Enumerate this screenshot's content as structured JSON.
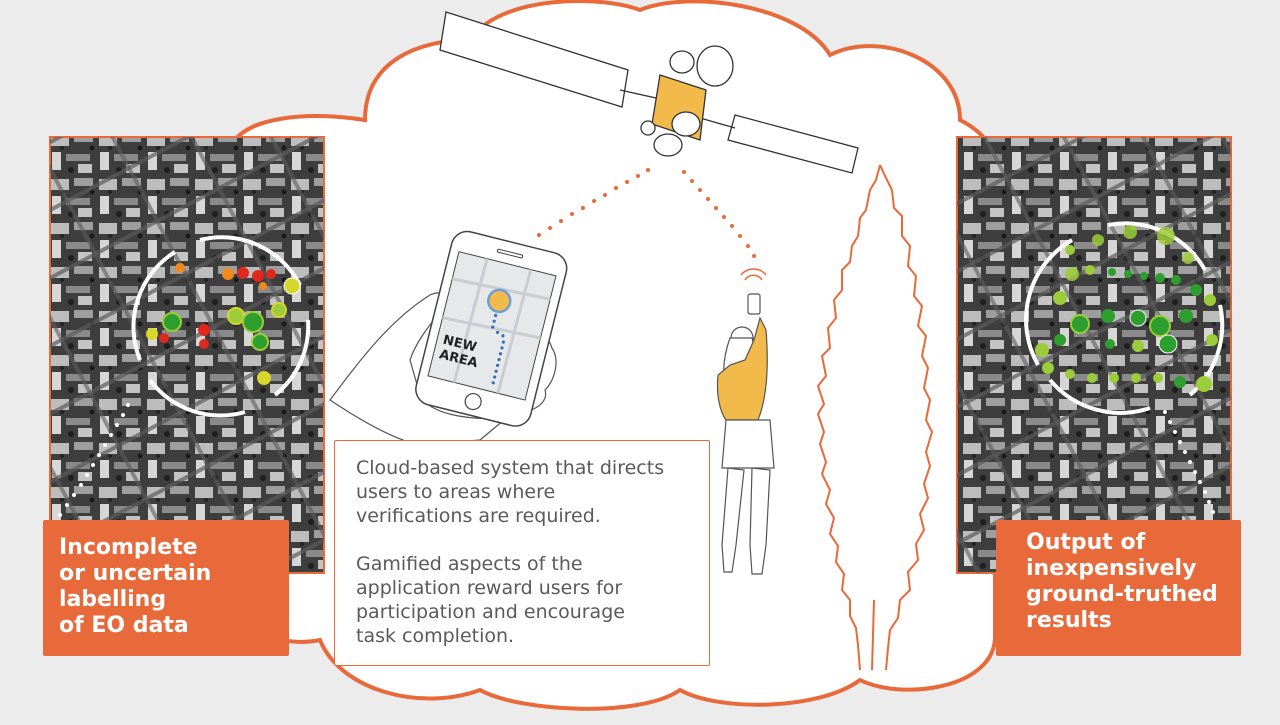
{
  "diagram": {
    "left_callout": {
      "lines": [
        "Incomplete",
        "or uncertain",
        "labelling",
        "of EO data"
      ]
    },
    "right_callout": {
      "lines": [
        "Output of",
        "inexpensively",
        "ground-truthed",
        "results"
      ]
    },
    "description": {
      "paragraph_1": "Cloud-based system that directs\nusers to areas where\nverifications are required.",
      "paragraph_2": "Gamified aspects of the\napplication reward users for\nparticipation and encourage\ntask completion."
    },
    "phone_screen": {
      "label_line_1": "NEW",
      "label_line_2": "AREA"
    },
    "icons": [
      "satellite-icon",
      "smartphone-icon",
      "hand-icon",
      "woman-with-phone-icon",
      "tree-icon",
      "cloud-icon",
      "aerial-map-image"
    ],
    "colors": {
      "accent": "#e8693a",
      "background": "#ececec",
      "text_gray": "#5a5a5a",
      "satellite_body": "#f2b94b",
      "marker_green": "#2e9e2e",
      "marker_lime": "#9ccc3a",
      "marker_red": "#e0281e",
      "marker_orange": "#f08a1c",
      "marker_yellow": "#d7d62a"
    }
  }
}
